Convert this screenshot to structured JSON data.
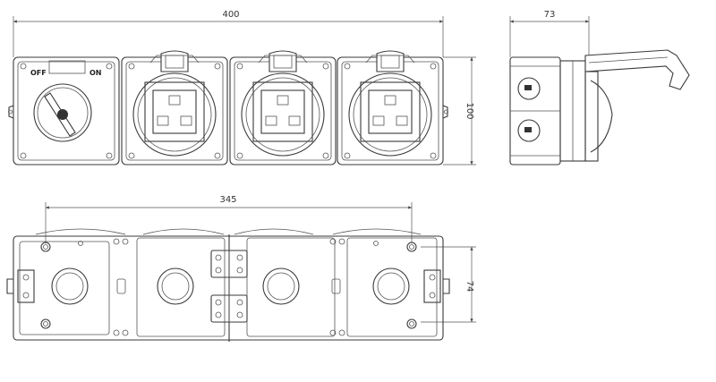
{
  "dimensions": {
    "overall_width": "400",
    "height": "100",
    "depth": "73",
    "mounting_span": "345",
    "mounting_height": "74"
  },
  "switch_labels": {
    "off": "OFF",
    "on": "ON"
  },
  "line_color": "#3a3a3a"
}
